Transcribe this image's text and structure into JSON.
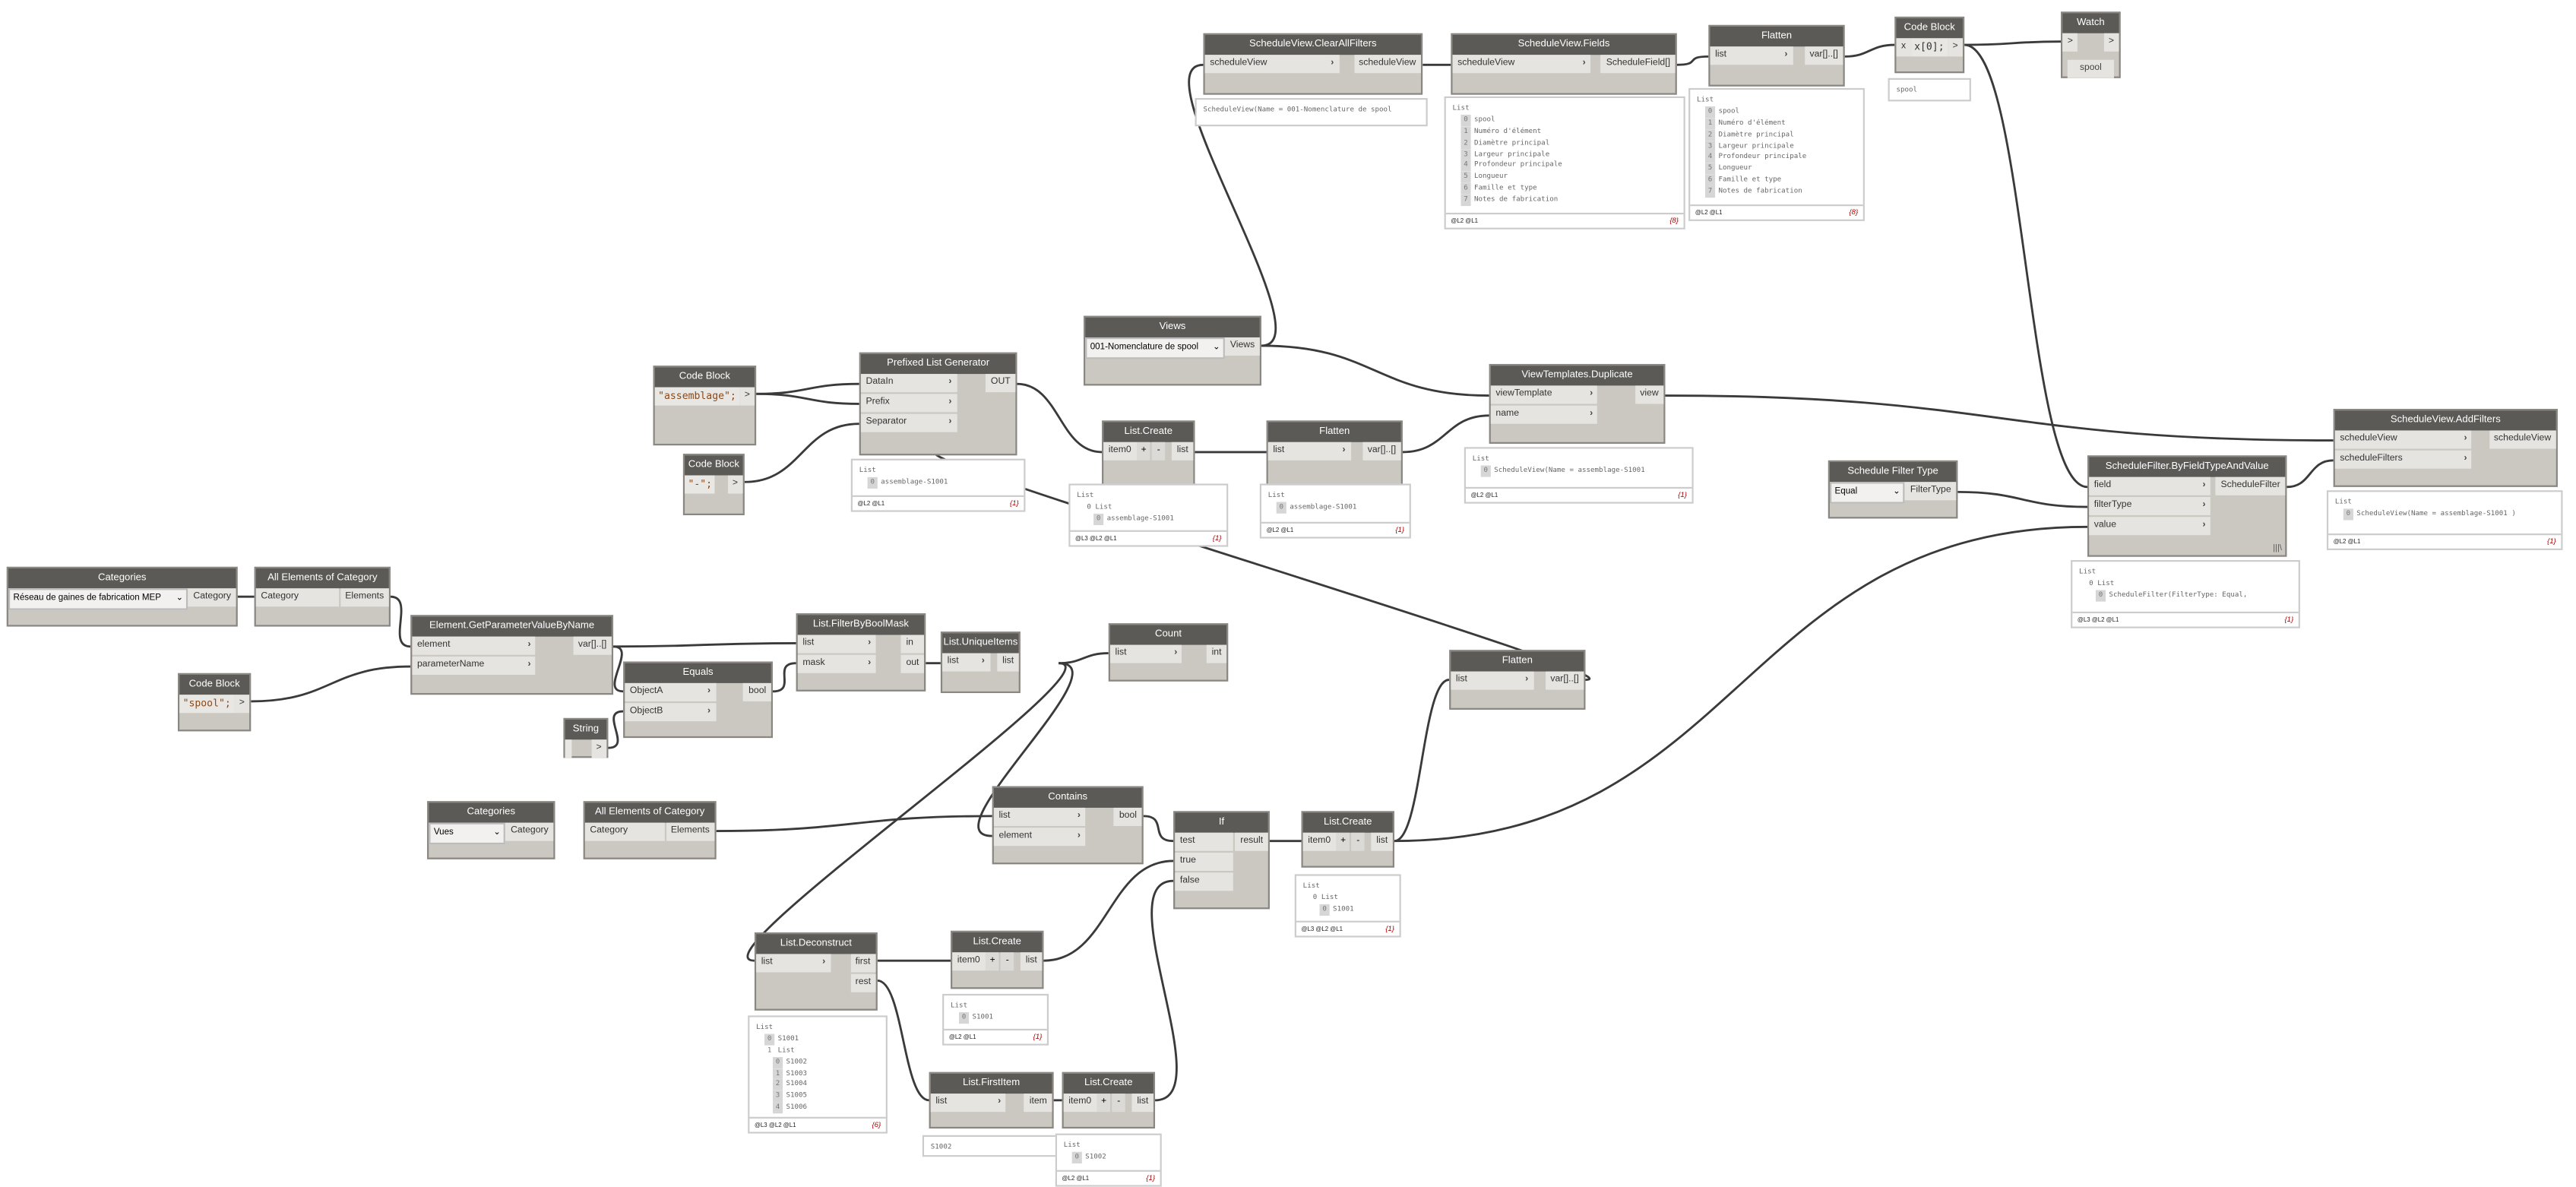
{
  "nodes": [
    {
      "id": "clearfilters",
      "title": "ScheduleView.ClearAllFilters",
      "inputs": [
        "scheduleView"
      ],
      "outputs": [
        "scheduleView"
      ],
      "preview": {
        "kind": "text",
        "text": "ScheduleView(Name = 001-Nomenclature de spool"
      }
    },
    {
      "id": "fields",
      "title": "ScheduleView.Fields",
      "inputs": [
        "scheduleView"
      ],
      "outputs": [
        "ScheduleField[]"
      ],
      "preview": {
        "kind": "list",
        "header": "List",
        "items": [
          {
            "i": "0",
            "v": "spool"
          },
          {
            "i": "1",
            "v": "Numéro d'élément"
          },
          {
            "i": "2",
            "v": "Diamètre principal"
          },
          {
            "i": "3",
            "v": "Largeur principale"
          },
          {
            "i": "4",
            "v": "Profondeur principale"
          },
          {
            "i": "5",
            "v": "Longueur"
          },
          {
            "i": "6",
            "v": "Famille et type"
          },
          {
            "i": "7",
            "v": "Notes de fabrication"
          }
        ],
        "levels": "@L2 @L1",
        "count": "{8}"
      }
    },
    {
      "id": "flatten1",
      "title": "Flatten",
      "inputs": [
        "list"
      ],
      "outputs": [
        "var[]..[]"
      ],
      "preview": {
        "kind": "list",
        "header": "List",
        "items": [
          {
            "i": "0",
            "v": "spool"
          },
          {
            "i": "1",
            "v": "Numéro d'élément"
          },
          {
            "i": "2",
            "v": "Diamètre principal"
          },
          {
            "i": "3",
            "v": "Largeur principale"
          },
          {
            "i": "4",
            "v": "Profondeur principale"
          },
          {
            "i": "5",
            "v": "Longueur"
          },
          {
            "i": "6",
            "v": "Famille et type"
          },
          {
            "i": "7",
            "v": "Notes de fabrication"
          }
        ],
        "levels": "@L2 @L1",
        "count": "{8}"
      }
    },
    {
      "id": "cb_index",
      "title": "Code Block",
      "kind": "code",
      "code": "x[0];",
      "code_input": "x",
      "outputs": [
        ">"
      ],
      "preview": {
        "kind": "text",
        "text": "spool"
      }
    },
    {
      "id": "watch",
      "title": "Watch",
      "kind": "watch",
      "inputs": [
        ">"
      ],
      "outputs": [
        ">"
      ],
      "value": "spool"
    },
    {
      "id": "views",
      "title": "Views",
      "kind": "dropdown",
      "selected": "001-Nomenclature de spool",
      "outputs": [
        "Views"
      ]
    },
    {
      "id": "cb_assemblage",
      "title": "Code Block",
      "kind": "code",
      "code": "\"assemblage\";",
      "outputs": [
        ">"
      ],
      "str": true
    },
    {
      "id": "cb_sep",
      "title": "Code Block",
      "kind": "code",
      "code": "\"-\";",
      "outputs": [
        ">"
      ],
      "str": true
    },
    {
      "id": "plg",
      "title": "Prefixed List Generator",
      "inputs": [
        "DataIn",
        "Prefix",
        "Separator"
      ],
      "outputs": [
        "OUT"
      ],
      "preview": {
        "kind": "list",
        "header": "List",
        "items": [
          {
            "i": "0",
            "v": "assemblage-S1001"
          }
        ],
        "levels": "@L2 @L1",
        "count": "{1}"
      }
    },
    {
      "id": "listcreate1",
      "title": "List.Create",
      "kind": "listcreate",
      "inputs": [
        "item0"
      ],
      "outputs": [
        "list"
      ],
      "preview": {
        "kind": "list",
        "header": "List",
        "sub": "0 List",
        "items": [
          {
            "i": "0",
            "v": "assemblage-S1001"
          }
        ],
        "levels": "@L3 @L2 @L1",
        "count": "{1}"
      }
    },
    {
      "id": "flatten2",
      "title": "Flatten",
      "inputs": [
        "list"
      ],
      "outputs": [
        "var[]..[]"
      ],
      "preview": {
        "kind": "list",
        "header": "List",
        "items": [
          {
            "i": "0",
            "v": "assemblage-S1001"
          }
        ],
        "levels": "@L2 @L1",
        "count": "{1}"
      }
    },
    {
      "id": "vtdup",
      "title": "ViewTemplates.Duplicate",
      "inputs": [
        "viewTemplate",
        "name"
      ],
      "outputs": [
        "view"
      ],
      "preview": {
        "kind": "list",
        "header": "List",
        "items": [
          {
            "i": "0",
            "v": "ScheduleView(Name = assemblage-S1001"
          }
        ],
        "levels": "@L2 @L1",
        "count": "{1}"
      }
    },
    {
      "id": "addfilters",
      "title": "ScheduleView.AddFilters",
      "inputs": [
        "scheduleView",
        "scheduleFilters"
      ],
      "outputs": [
        "scheduleView"
      ],
      "preview": {
        "kind": "list",
        "header": "List",
        "items": [
          {
            "i": "0",
            "v": "ScheduleView(Name = assemblage-S1001 )"
          }
        ],
        "levels": "@L2 @L1",
        "count": "{1}"
      }
    },
    {
      "id": "filtertype",
      "title": "Schedule Filter Type",
      "kind": "dropdown",
      "selected": "Equal",
      "outputs": [
        "FilterType"
      ]
    },
    {
      "id": "byfield",
      "title": "ScheduleFilter.ByFieldTypeAndValue",
      "inputs": [
        "field",
        "filterType",
        "value"
      ],
      "outputs": [
        "ScheduleFilter"
      ],
      "lacing": "|||\\",
      "preview": {
        "kind": "list",
        "header": "List",
        "sub": "0 List",
        "items": [
          {
            "i": "0",
            "v": "ScheduleFilter(FilterType: Equal,"
          }
        ],
        "levels": "@L3 @L2 @L1",
        "count": "{1}"
      }
    },
    {
      "id": "categories1",
      "title": "Categories",
      "kind": "dropdown",
      "selected": "Réseau de gaines de fabrication MEP",
      "outputs": [
        "Category"
      ]
    },
    {
      "id": "allelems1",
      "title": "All Elements of Category",
      "inputs": [
        "Category"
      ],
      "outputs": [
        "Elements"
      ],
      "nochev": true
    },
    {
      "id": "getparam",
      "title": "Element.GetParameterValueByName",
      "inputs": [
        "element",
        "parameterName"
      ],
      "outputs": [
        "var[]..[]"
      ]
    },
    {
      "id": "cb_spool",
      "title": "Code Block",
      "kind": "code",
      "code": "\"spool\";",
      "outputs": [
        ">"
      ],
      "str": true
    },
    {
      "id": "string",
      "title": "String",
      "kind": "code",
      "code": "",
      "outputs": [
        ">"
      ]
    },
    {
      "id": "equals",
      "title": "Equals",
      "inputs": [
        "ObjectA",
        "ObjectB"
      ],
      "outputs": [
        "bool"
      ]
    },
    {
      "id": "boolmask",
      "title": "List.FilterByBoolMask",
      "inputs": [
        "list",
        "mask"
      ],
      "outputs": [
        "in",
        "out"
      ]
    },
    {
      "id": "unique",
      "title": "List.UniqueItems",
      "inputs": [
        "list"
      ],
      "outputs": [
        "list"
      ]
    },
    {
      "id": "count",
      "title": "Count",
      "inputs": [
        "list"
      ],
      "outputs": [
        "int"
      ]
    },
    {
      "id": "flatten3",
      "title": "Flatten",
      "inputs": [
        "list"
      ],
      "outputs": [
        "var[]..[]"
      ]
    },
    {
      "id": "categories2",
      "title": "Categories",
      "kind": "dropdown",
      "selected": "Vues",
      "outputs": [
        "Category"
      ]
    },
    {
      "id": "allelems2",
      "title": "All Elements of Category",
      "inputs": [
        "Category"
      ],
      "outputs": [
        "Elements"
      ],
      "nochev": true
    },
    {
      "id": "contains",
      "title": "Contains",
      "inputs": [
        "list",
        "element"
      ],
      "outputs": [
        "bool"
      ]
    },
    {
      "id": "if",
      "title": "If",
      "inputs": [
        "test",
        "true",
        "false"
      ],
      "outputs": [
        "result"
      ],
      "nochev": true
    },
    {
      "id": "listcreate2",
      "title": "List.Create",
      "kind": "listcreate",
      "inputs": [
        "item0"
      ],
      "outputs": [
        "list"
      ],
      "preview": {
        "kind": "list",
        "header": "List",
        "sub": "0 List",
        "items": [
          {
            "i": "0",
            "v": "S1001"
          }
        ],
        "levels": "@L3 @L2 @L1",
        "count": "{1}"
      }
    },
    {
      "id": "deconstruct",
      "title": "List.Deconstruct",
      "inputs": [
        "list"
      ],
      "outputs": [
        "first",
        "rest"
      ],
      "preview": {
        "kind": "list",
        "header": "List",
        "items": [
          {
            "i": "0",
            "v": "S1001"
          },
          {
            "i": "1",
            "v": "List",
            "sub": true
          },
          {
            "i": "0",
            "v": "S1002",
            "deep": true
          },
          {
            "i": "1",
            "v": "S1003",
            "deep": true
          },
          {
            "i": "2",
            "v": "S1004",
            "deep": true
          },
          {
            "i": "3",
            "v": "S1005",
            "deep": true
          },
          {
            "i": "4",
            "v": "S1006",
            "deep": true
          }
        ],
        "levels": "@L3 @L2 @L1",
        "count": "{6}"
      }
    },
    {
      "id": "listcreate3",
      "title": "List.Create",
      "kind": "listcreate",
      "inputs": [
        "item0"
      ],
      "outputs": [
        "list"
      ],
      "preview": {
        "kind": "list",
        "header": "List",
        "items": [
          {
            "i": "0",
            "v": "S1001"
          }
        ],
        "levels": "@L2 @L1",
        "count": "{1}"
      }
    },
    {
      "id": "firstitem",
      "title": "List.FirstItem",
      "inputs": [
        "list"
      ],
      "outputs": [
        "item"
      ],
      "preview": {
        "kind": "text",
        "text": "S1002"
      }
    },
    {
      "id": "listcreate4",
      "title": "List.Create",
      "kind": "listcreate",
      "inputs": [
        "item0"
      ],
      "outputs": [
        "list"
      ],
      "preview": {
        "kind": "list",
        "header": "List",
        "items": [
          {
            "i": "0",
            "v": "S1002"
          }
        ],
        "levels": "@L2 @L1",
        "count": "{1}"
      }
    }
  ],
  "listcreate_buttons": {
    "add": "+",
    "remove": "-"
  },
  "chevron": "›",
  "dropdown_arrow": "⌄"
}
